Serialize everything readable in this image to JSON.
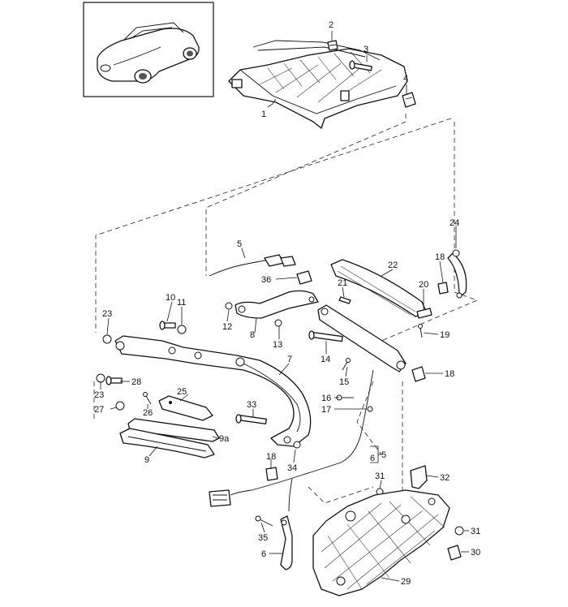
{
  "diagram": {
    "labels": [
      {
        "id": "1",
        "text": "1"
      },
      {
        "id": "2",
        "text": "2"
      },
      {
        "id": "3",
        "text": "3"
      },
      {
        "id": "4",
        "text": "4"
      },
      {
        "id": "5a",
        "text": "5"
      },
      {
        "id": "5b",
        "text": "5"
      },
      {
        "id": "6a",
        "text": "6"
      },
      {
        "id": "6b",
        "text": "6"
      },
      {
        "id": "7",
        "text": "7"
      },
      {
        "id": "8",
        "text": "8"
      },
      {
        "id": "9",
        "text": "9"
      },
      {
        "id": "9a",
        "text": "9a"
      },
      {
        "id": "10",
        "text": "10"
      },
      {
        "id": "11",
        "text": "11"
      },
      {
        "id": "12",
        "text": "12"
      },
      {
        "id": "13",
        "text": "13"
      },
      {
        "id": "14",
        "text": "14"
      },
      {
        "id": "15",
        "text": "15"
      },
      {
        "id": "16",
        "text": "16"
      },
      {
        "id": "17",
        "text": "17"
      },
      {
        "id": "18a",
        "text": "18"
      },
      {
        "id": "18b",
        "text": "18"
      },
      {
        "id": "18c",
        "text": "18"
      },
      {
        "id": "19",
        "text": "19"
      },
      {
        "id": "20",
        "text": "20"
      },
      {
        "id": "21",
        "text": "21"
      },
      {
        "id": "22",
        "text": "22"
      },
      {
        "id": "23a",
        "text": "23"
      },
      {
        "id": "23b",
        "text": "23"
      },
      {
        "id": "24",
        "text": "24"
      },
      {
        "id": "25",
        "text": "25"
      },
      {
        "id": "26",
        "text": "26"
      },
      {
        "id": "27",
        "text": "27"
      },
      {
        "id": "28",
        "text": "28"
      },
      {
        "id": "29",
        "text": "29"
      },
      {
        "id": "30",
        "text": "30"
      },
      {
        "id": "31a",
        "text": "31"
      },
      {
        "id": "31b",
        "text": "31"
      },
      {
        "id": "32",
        "text": "32"
      },
      {
        "id": "33",
        "text": "33"
      },
      {
        "id": "34",
        "text": "34"
      },
      {
        "id": "35",
        "text": "35"
      },
      {
        "id": "36",
        "text": "36"
      }
    ],
    "thumbnail_icon": "convertible-car-icon"
  }
}
